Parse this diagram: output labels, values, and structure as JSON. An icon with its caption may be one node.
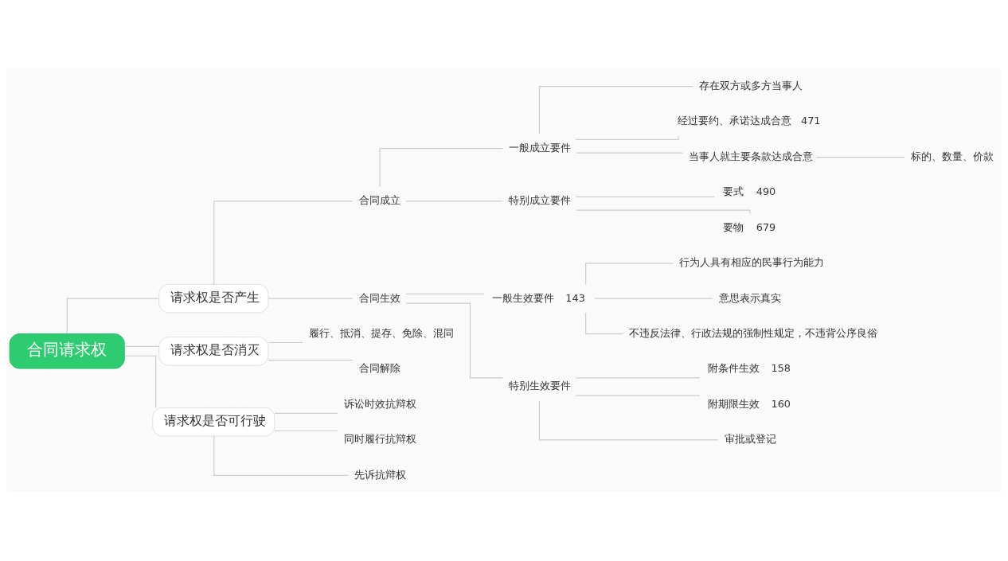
{
  "diagram": {
    "nodes": [
      {
        "text": [
          "合同请求权"
        ]
      },
      {
        "text": [
          "请求权是否产生"
        ]
      },
      {
        "text": [
          "合同成立"
        ]
      },
      {
        "text": [
          "一般成立要件"
        ]
      },
      {
        "text": [
          "存在双方或多方当事人"
        ]
      },
      {
        "text": [
          "经过要约、承诺达成合意"
        ],
        "beside": [
          "471"
        ]
      },
      {
        "text": [
          "当事人就主要条款达成合意"
        ]
      },
      {
        "text": [
          "标的、数量、价款"
        ]
      },
      {
        "text": [
          "特别成立要件"
        ]
      },
      {
        "text": [
          "要式"
        ],
        "beside": [
          "490"
        ]
      },
      {
        "text": [
          "要物"
        ],
        "beside": [
          "679"
        ]
      },
      {
        "text": [
          "合同生效"
        ]
      },
      {
        "text": [
          "一般生效要件"
        ],
        "beside": [
          "143"
        ]
      },
      {
        "text": [
          "行为人具有相应的民事行为能力"
        ]
      },
      {
        "text": [
          "意思表示真实"
        ]
      },
      {
        "text": [
          "不违反法律、行政法规的强制性规定，不违背公序良俗"
        ]
      },
      {
        "text": [
          "特别生效要件"
        ]
      },
      {
        "text": [
          "附条件生效"
        ],
        "beside": [
          "158"
        ]
      },
      {
        "text": [
          "附期限生效"
        ],
        "beside": [
          "160"
        ]
      },
      {
        "text": [
          "审批或登记"
        ]
      },
      {
        "text": [
          "请求权是否消灭"
        ]
      },
      {
        "text": [
          "履行、抵消、提存、免除、混同"
        ]
      },
      {
        "text": [
          "合同解除"
        ]
      },
      {
        "text": [
          "请求权是否可行驶"
        ]
      },
      {
        "text": [
          "诉讼时效抗辩权"
        ]
      },
      {
        "text": [
          "同时履行抗辩权"
        ]
      },
      {
        "text": [
          "先诉抗辩权"
        ]
      }
    ],
    "edges": [
      {
        "from": 0,
        "to": 1,
        "arrow": "none"
      },
      {
        "from": 1,
        "to": 2,
        "arrow": "none"
      },
      {
        "from": 2,
        "to": 3,
        "arrow": "none"
      },
      {
        "from": 3,
        "to": 4,
        "arrow": "none"
      },
      {
        "from": 3,
        "to": 5,
        "arrow": "none"
      },
      {
        "from": 3,
        "to": 6,
        "arrow": "none"
      },
      {
        "from": 6,
        "to": 7,
        "arrow": "none"
      },
      {
        "from": 2,
        "to": 8,
        "arrow": "none"
      },
      {
        "from": 8,
        "to": 9,
        "arrow": "none"
      },
      {
        "from": 8,
        "to": 10,
        "arrow": "none"
      },
      {
        "from": 1,
        "to": 11,
        "arrow": "none"
      },
      {
        "from": 11,
        "to": 12,
        "arrow": "none"
      },
      {
        "from": 12,
        "to": 13,
        "arrow": "none"
      },
      {
        "from": 12,
        "to": 14,
        "arrow": "none"
      },
      {
        "from": 12,
        "to": 15,
        "arrow": "none"
      },
      {
        "from": 11,
        "to": 16,
        "arrow": "none"
      },
      {
        "from": 16,
        "to": 17,
        "arrow": "none"
      },
      {
        "from": 16,
        "to": 18,
        "arrow": "none"
      },
      {
        "from": 16,
        "to": 19,
        "arrow": "none"
      },
      {
        "from": 0,
        "to": 20,
        "arrow": "none"
      },
      {
        "from": 20,
        "to": 21,
        "arrow": "none"
      },
      {
        "from": 20,
        "to": 22,
        "arrow": "none"
      },
      {
        "from": 0,
        "to": 23,
        "arrow": "none"
      },
      {
        "from": 23,
        "to": 24,
        "arrow": "none"
      },
      {
        "from": 23,
        "to": 25,
        "arrow": "none"
      },
      {
        "from": 23,
        "to": 26,
        "arrow": "none"
      }
    ]
  }
}
